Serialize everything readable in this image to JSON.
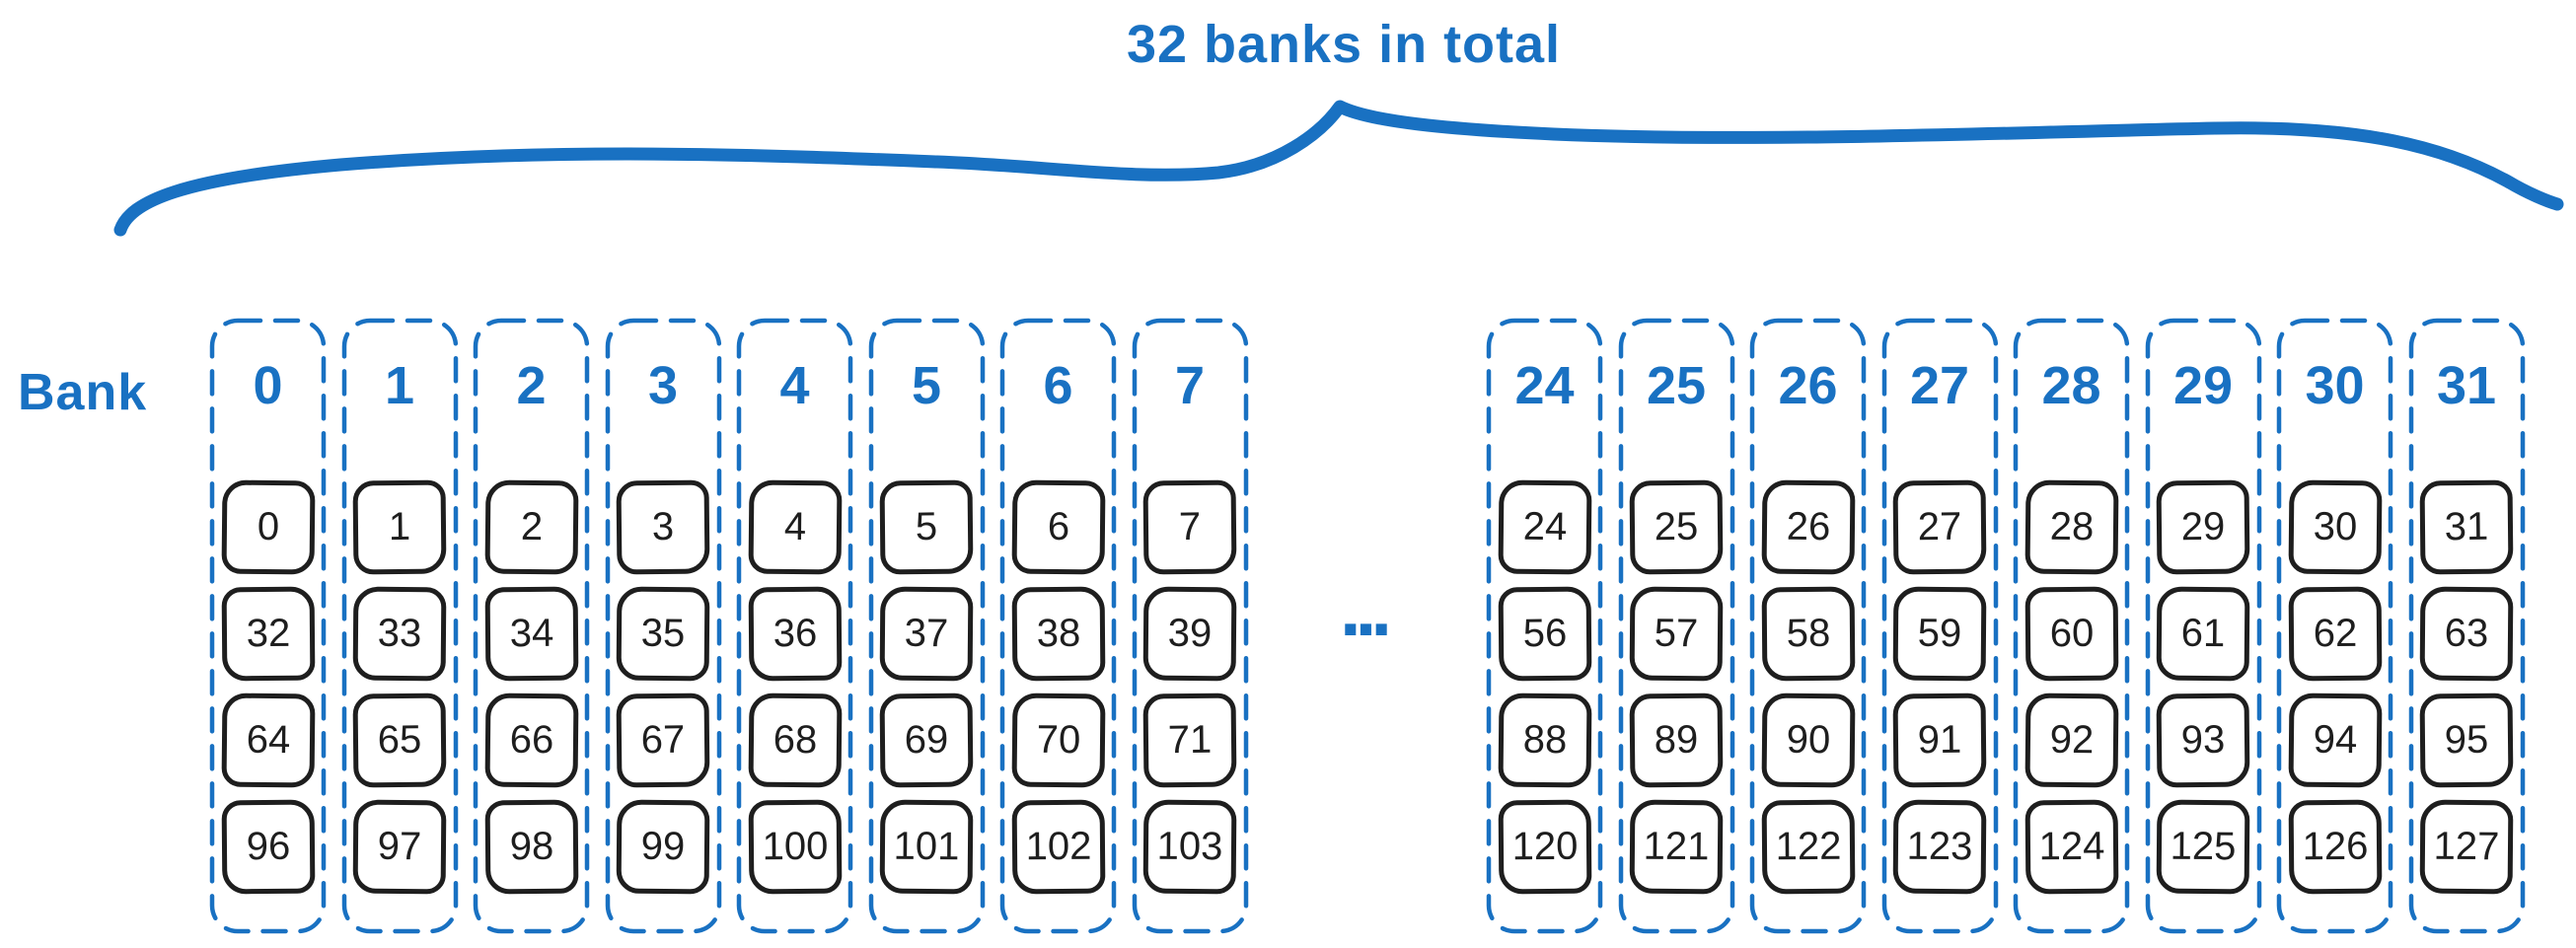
{
  "title": "32 banks in total",
  "row_label": "Bank",
  "ellipsis": "...",
  "colors": {
    "accent": "#1971c2",
    "ink": "#1e1e1e",
    "background": "#ffffff"
  },
  "groups": [
    {
      "name": "banks-0-7",
      "banks": [
        {
          "label": "0",
          "cells": [
            "0",
            "32",
            "64",
            "96"
          ]
        },
        {
          "label": "1",
          "cells": [
            "1",
            "33",
            "65",
            "97"
          ]
        },
        {
          "label": "2",
          "cells": [
            "2",
            "34",
            "66",
            "98"
          ]
        },
        {
          "label": "3",
          "cells": [
            "3",
            "35",
            "67",
            "99"
          ]
        },
        {
          "label": "4",
          "cells": [
            "4",
            "36",
            "68",
            "100"
          ]
        },
        {
          "label": "5",
          "cells": [
            "5",
            "37",
            "69",
            "101"
          ]
        },
        {
          "label": "6",
          "cells": [
            "6",
            "38",
            "70",
            "102"
          ]
        },
        {
          "label": "7",
          "cells": [
            "7",
            "39",
            "71",
            "103"
          ]
        }
      ]
    },
    {
      "name": "banks-24-31",
      "banks": [
        {
          "label": "24",
          "cells": [
            "24",
            "56",
            "88",
            "120"
          ]
        },
        {
          "label": "25",
          "cells": [
            "25",
            "57",
            "89",
            "121"
          ]
        },
        {
          "label": "26",
          "cells": [
            "26",
            "58",
            "90",
            "122"
          ]
        },
        {
          "label": "27",
          "cells": [
            "27",
            "59",
            "91",
            "123"
          ]
        },
        {
          "label": "28",
          "cells": [
            "28",
            "60",
            "92",
            "124"
          ]
        },
        {
          "label": "29",
          "cells": [
            "29",
            "61",
            "93",
            "125"
          ]
        },
        {
          "label": "30",
          "cells": [
            "30",
            "62",
            "94",
            "126"
          ]
        },
        {
          "label": "31",
          "cells": [
            "31",
            "63",
            "95",
            "127"
          ]
        }
      ]
    }
  ]
}
